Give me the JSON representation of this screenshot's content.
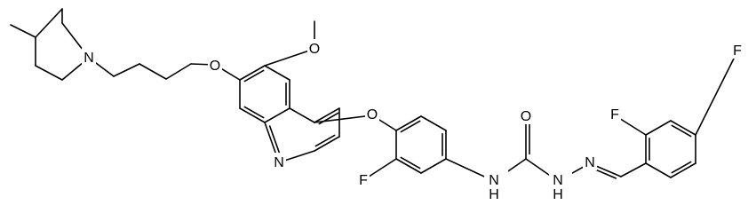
{
  "molecule": {
    "atom_labels": [
      {
        "id": "o_methoxy",
        "text": "O"
      },
      {
        "id": "o_propoxy",
        "text": "O"
      },
      {
        "id": "n_piperidine",
        "text": "N"
      },
      {
        "id": "o_aryl_ether",
        "text": "O"
      },
      {
        "id": "n_quinoline",
        "text": "N"
      },
      {
        "id": "f_phenyl",
        "text": "F"
      },
      {
        "id": "nh_urea",
        "text": "N"
      },
      {
        "id": "h_urea",
        "text": "H"
      },
      {
        "id": "o_carbonyl",
        "text": "O"
      },
      {
        "id": "nh_hydrazide",
        "text": "N"
      },
      {
        "id": "h_hydrazide",
        "text": "H"
      },
      {
        "id": "n_imine",
        "text": "N"
      },
      {
        "id": "f_ortho",
        "text": "F"
      },
      {
        "id": "f_para",
        "text": "F"
      }
    ]
  }
}
